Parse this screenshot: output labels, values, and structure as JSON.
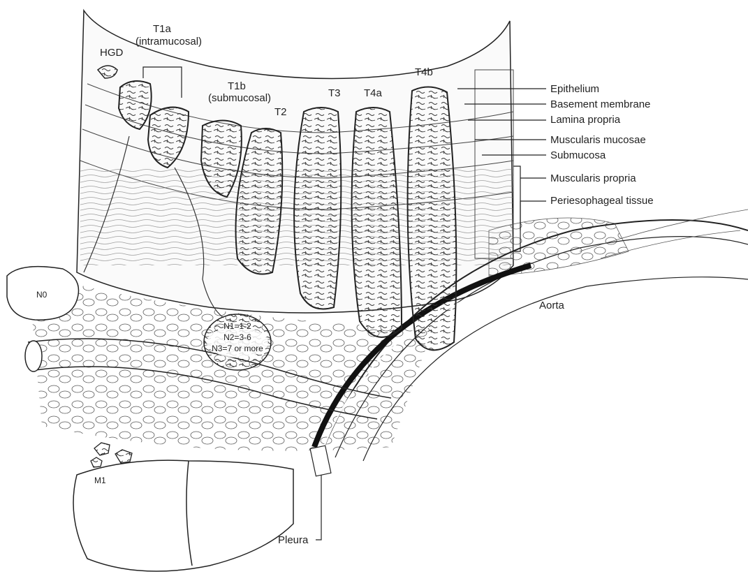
{
  "stage_labels": {
    "hgd": "HGD",
    "t1a": "T1a",
    "t1a_sub": "(intramucosal)",
    "t1b": "T1b",
    "t1b_sub": "(submucosal)",
    "t2": "T2",
    "t3": "T3",
    "t4a": "T4a",
    "t4b": "T4b"
  },
  "layer_labels": {
    "epithelium": "Epithelium",
    "basement_membrane": "Basement membrane",
    "lamina_propria": "Lamina propria",
    "muscularis_mucosae": "Muscularis mucosae",
    "submucosa": "Submucosa",
    "muscularis_propria": "Muscularis propria",
    "periesophageal_tissue": "Periesophageal tissue"
  },
  "node_labels": {
    "n0": "N0",
    "n1": "N1=1-2",
    "n2": "N2=3-6",
    "n3": "N3=7 or more"
  },
  "structure_labels": {
    "aorta": "Aorta",
    "pleura": "Pleura",
    "m1": "M1"
  }
}
